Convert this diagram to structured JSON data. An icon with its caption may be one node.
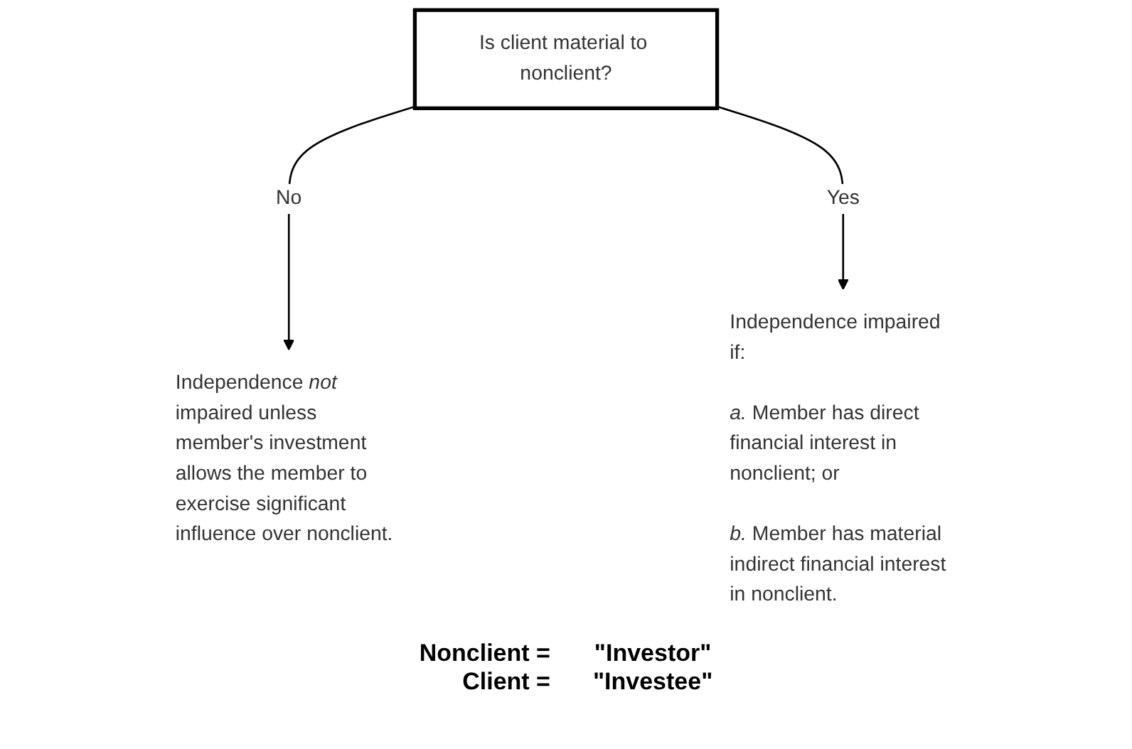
{
  "diagram": {
    "nodes": [
      {
        "text": [
          "Is client material to nonclient?"
        ]
      },
      {
        "text": [
          "Independence *not* impaired unless member's investment allows the member to exercise significant influence over nonclient."
        ]
      },
      {
        "text": [
          "Independence impaired if:",
          "*a.* Member has direct financial interest in nonclient; or",
          "*b.* Member has material indirect financial interest in nonclient."
        ]
      }
    ],
    "edges": [
      {
        "from": 0,
        "to": 1,
        "label": "No",
        "arrow": "to"
      },
      {
        "from": 0,
        "to": 2,
        "label": "Yes",
        "arrow": "to"
      }
    ],
    "labels": [
      "Nonclient =",
      "\"Investor\"",
      "Client =",
      "\"Investee\""
    ]
  }
}
